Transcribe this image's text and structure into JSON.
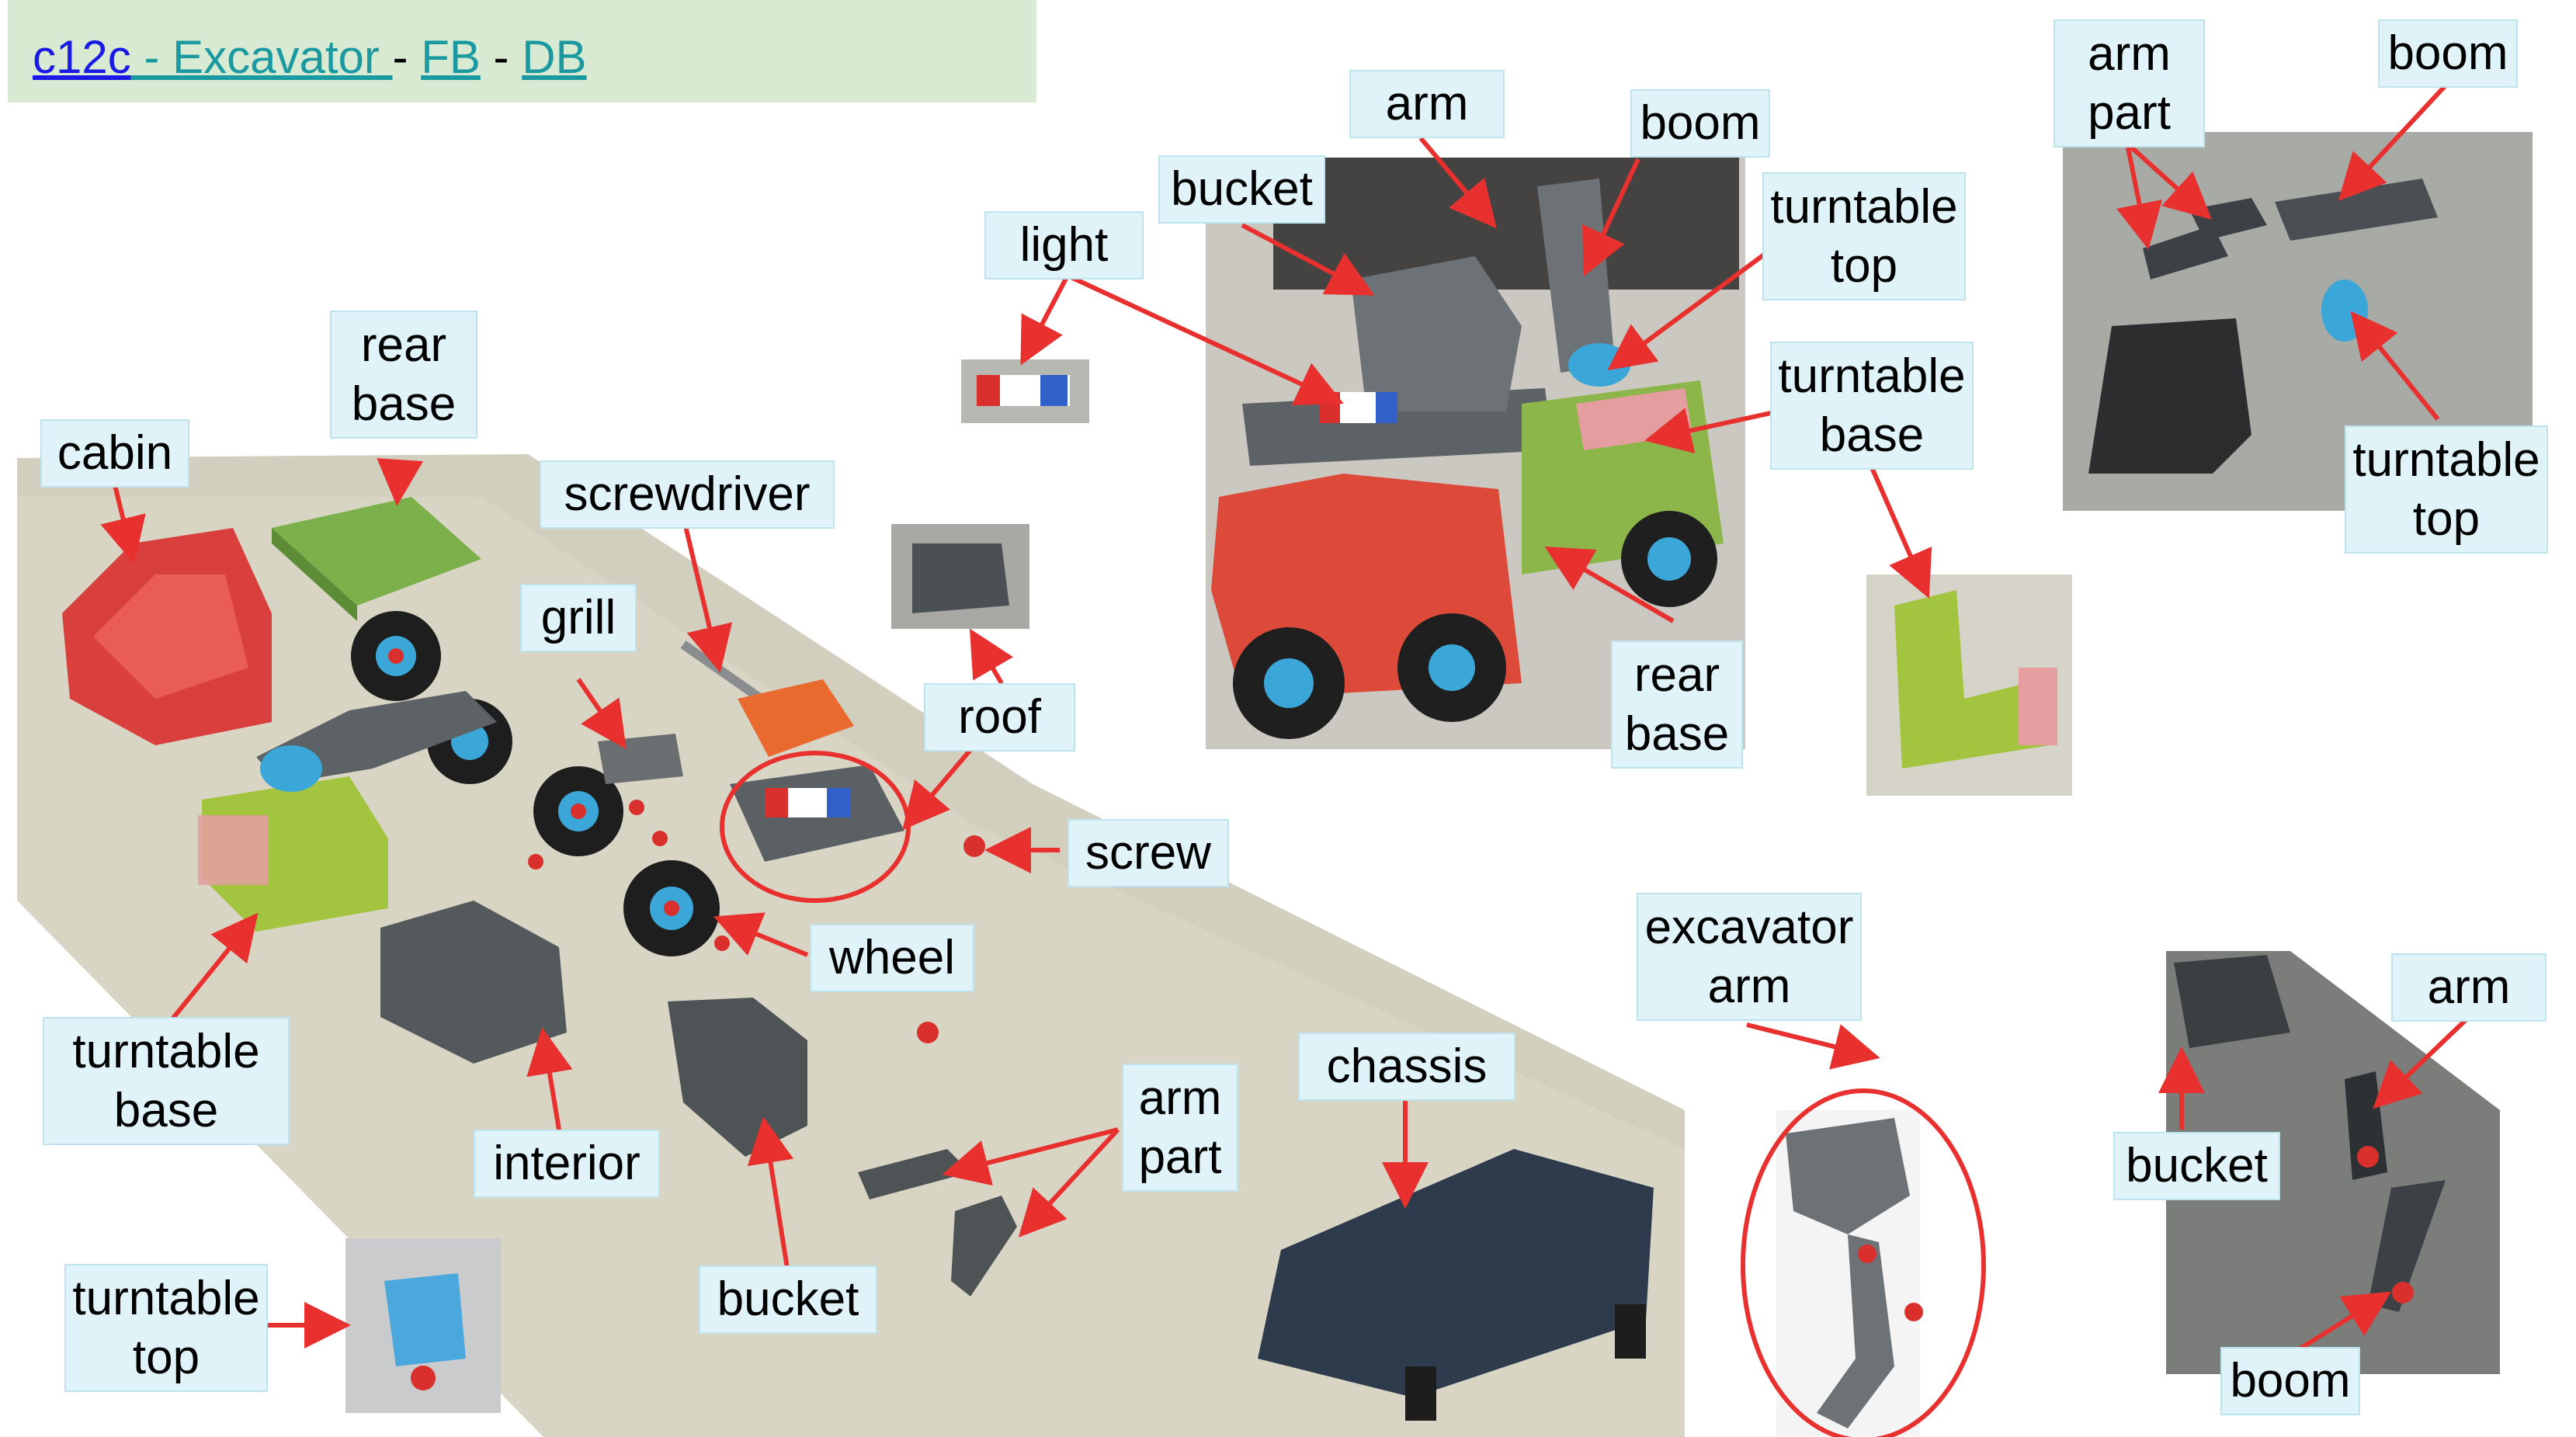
{
  "header": {
    "code_link": "c12c",
    "title_link": " - Excavator ",
    "sep1": " - ",
    "fb_link": "FB",
    "sep2": " - ",
    "db_link": "DB"
  },
  "labels": {
    "cabin": "cabin",
    "rear_base_left": [
      "rear",
      "base"
    ],
    "screwdriver": "screwdriver",
    "grill": "grill",
    "roof": "roof",
    "light": "light",
    "screw": "screw",
    "wheel": "wheel",
    "turntable_base_left": [
      "turntable",
      "base"
    ],
    "interior": "interior",
    "arm_part_left": [
      "arm",
      "part"
    ],
    "chassis": "chassis",
    "bucket_left": "bucket",
    "turntable_top_left": [
      "turntable",
      "top"
    ],
    "arm_center": "arm",
    "bucket_center": "bucket",
    "boom_center": "boom",
    "turntable_top_center": [
      "turntable",
      "top"
    ],
    "turntable_base_center": [
      "turntable",
      "base"
    ],
    "rear_base_center": [
      "rear",
      "base"
    ],
    "excavator_arm": [
      "excavator",
      "arm"
    ],
    "arm_part_right": [
      "arm",
      "part"
    ],
    "boom_right_top": "boom",
    "turntable_top_right": [
      "turntable",
      "top"
    ],
    "arm_right": "arm",
    "bucket_right": "bucket",
    "boom_right_bottom": "boom"
  },
  "colors": {
    "header_bg": "#d9ead3",
    "label_bg": "#dff3f8",
    "arrow": "#e8312f"
  }
}
